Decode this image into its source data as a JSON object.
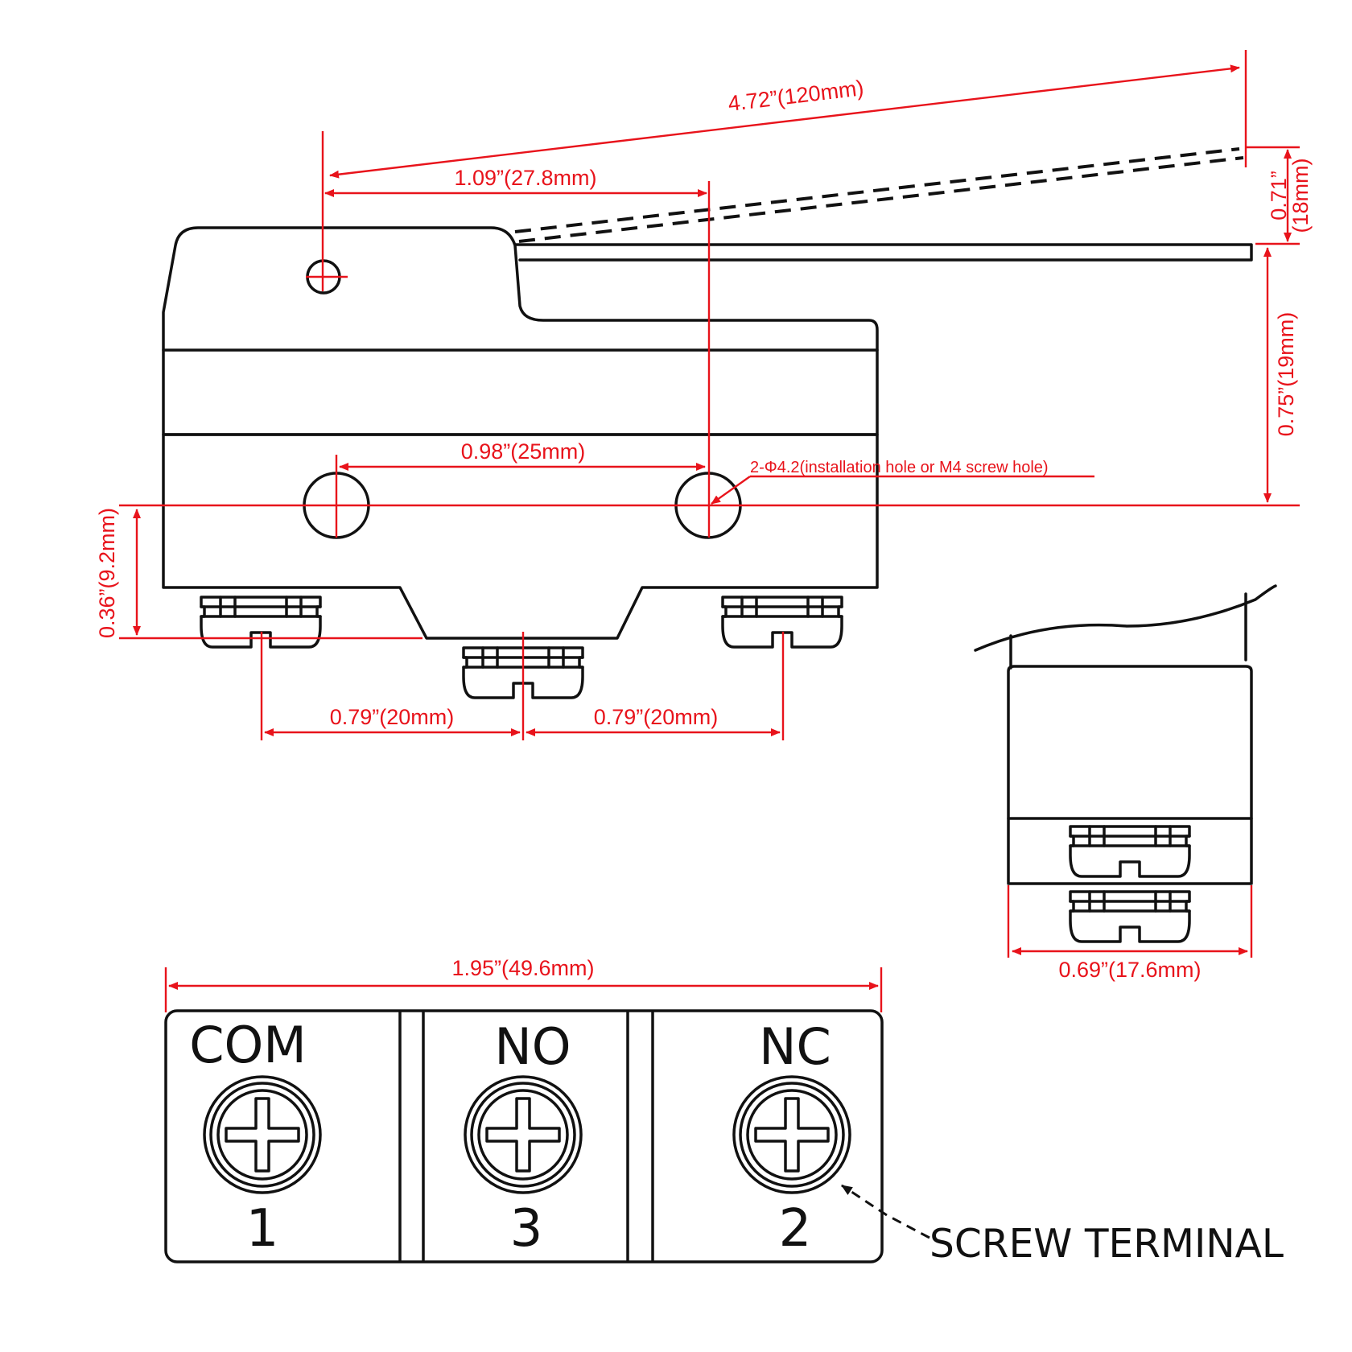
{
  "dimensions": {
    "overall_length": "4.72”(120mm)",
    "pivot_to_hole": "1.09”(27.8mm)",
    "lever_travel": "0.71”",
    "lever_travel_mm": "(18mm)",
    "lever_height": "0.75”(19mm)",
    "hole_spacing": "0.98”(25mm)",
    "hole_note": "2-Φ4.2(installation hole or M4 screw hole)",
    "hole_to_bottom": "0.36”(9.2mm)",
    "terminal_spacing_left": "0.79”(20mm)",
    "terminal_spacing_right": "0.79”(20mm)",
    "side_width": "0.69”(17.6mm)",
    "body_width": "1.95”(49.6mm)"
  },
  "terminals": [
    {
      "label": "COM",
      "number": "1"
    },
    {
      "label": "NO",
      "number": "3"
    },
    {
      "label": "NC",
      "number": "2"
    }
  ],
  "callout": "SCREW TERMINAL",
  "colors": {
    "dimension": "#e8131b",
    "outline": "#111111"
  }
}
